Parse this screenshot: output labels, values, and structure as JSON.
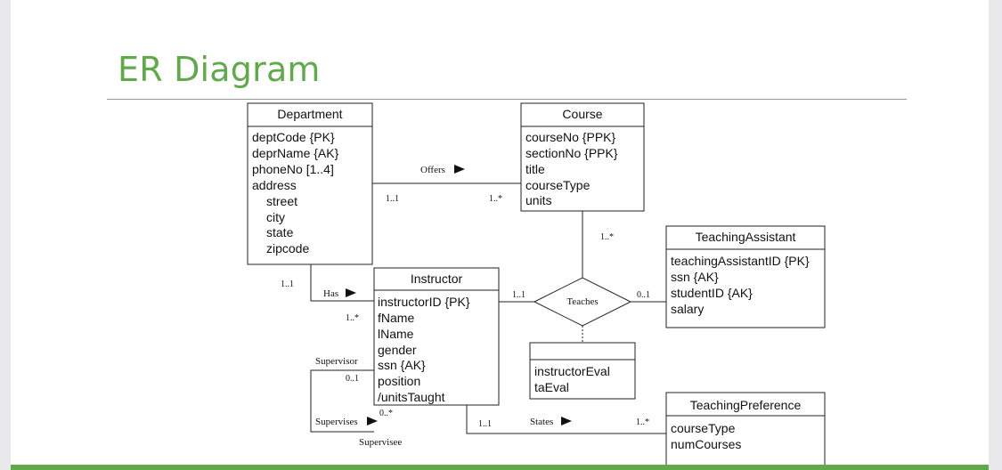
{
  "slide": {
    "title": "ER Diagram"
  },
  "entities": {
    "department": {
      "name": "Department",
      "attributes": [
        "deptCode {PK}",
        "deprName {AK}",
        "phoneNo [1..4]",
        "address",
        "street",
        "city",
        "state",
        "zipcode"
      ]
    },
    "course": {
      "name": "Course",
      "attributes": [
        "courseNo {PPK}",
        "sectionNo {PPK}",
        "title",
        "courseType",
        "units"
      ]
    },
    "instructor": {
      "name": "Instructor",
      "attributes": [
        "instructorID {PK}",
        "fName",
        "lName",
        "gender",
        "ssn {AK}",
        "position",
        "/unitsTaught"
      ]
    },
    "teaching_assistant": {
      "name": "TeachingAssistant",
      "attributes": [
        "teachingAssistantID {PK}",
        "ssn {AK}",
        "studentID {AK}",
        "salary"
      ]
    },
    "teaching_preference": {
      "name": "TeachingPreference",
      "attributes": [
        "courseType",
        "numCourses"
      ]
    },
    "teaches_attributes": {
      "attributes": [
        "instructorEval",
        "taEval"
      ]
    }
  },
  "relationships": {
    "offers": {
      "label": "Offers",
      "mult_left": "1..1",
      "mult_right": "1..*"
    },
    "has": {
      "label": "Has",
      "mult_top": "1..1",
      "mult_bottom": "1..*"
    },
    "teaches": {
      "label": "Teaches",
      "mult_course": "1..*",
      "mult_instructor": "1..1",
      "mult_ta": "0..1"
    },
    "supervises": {
      "label": "Supervises",
      "role_top": "Supervisor",
      "role_bottom": "Supervisee",
      "mult_top": "0..1",
      "mult_bottom": "0..*"
    },
    "states": {
      "label": "States",
      "mult_left": "1..1",
      "mult_right": "1..*"
    }
  },
  "colors": {
    "title": "#62a84c",
    "bottom_bar": "#62a84c",
    "line": "#222222"
  }
}
